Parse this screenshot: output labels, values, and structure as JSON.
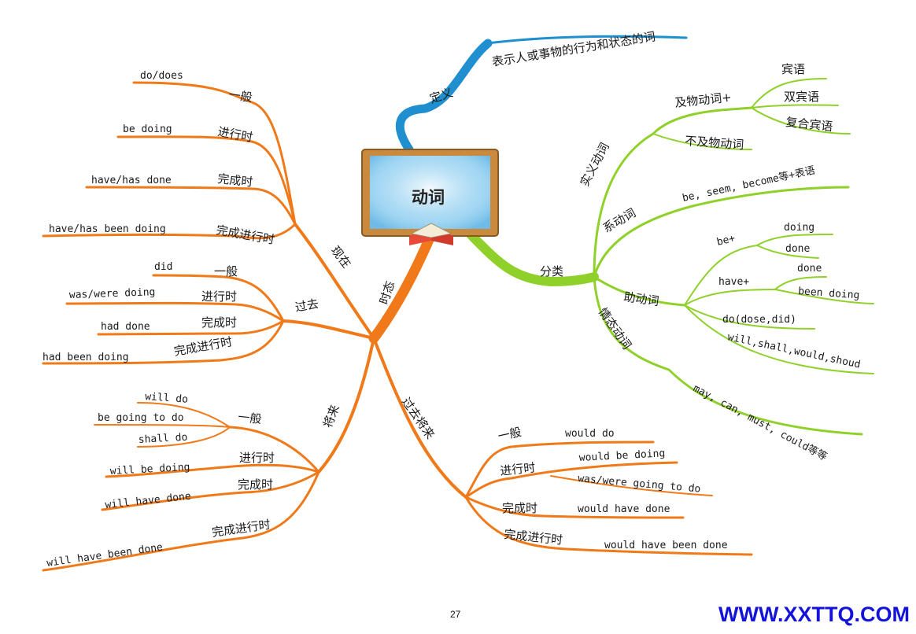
{
  "center": "动词",
  "branches": {
    "definition": {
      "label": "定义",
      "text": "表示人或事物的行为和状态的词"
    },
    "classification": {
      "label": "分类",
      "notional": {
        "label": "实义动词",
        "transitive": "及物动词+",
        "objects": [
          "宾语",
          "双宾语",
          "复合宾语"
        ],
        "intransitive": "不及物动词"
      },
      "linking": {
        "label": "系动词",
        "text": "be, seem, become等+表语"
      },
      "auxiliary": {
        "label": "助动词",
        "be_plus": "be+",
        "be_items": [
          "doing",
          "done"
        ],
        "have_plus": "have+",
        "have_items": [
          "done",
          "been doing"
        ],
        "do_item": "do(dose,did)",
        "will_item": "will,shall,would,shoud"
      },
      "modal": {
        "label": "情态动词",
        "text": "may, can, must, could等等"
      }
    },
    "tense": {
      "label": "时态",
      "present": {
        "label": "现在",
        "items": [
          {
            "label": "一般",
            "form": "do/does"
          },
          {
            "label": "进行时",
            "form": "be doing"
          },
          {
            "label": "完成时",
            "form": "have/has done"
          },
          {
            "label": "完成进行时",
            "form": "have/has been doing"
          }
        ]
      },
      "past": {
        "label": "过去",
        "items": [
          {
            "label": "一般",
            "form": "did"
          },
          {
            "label": "进行时",
            "form": "was/were doing"
          },
          {
            "label": "完成时",
            "form": "had done"
          },
          {
            "label": "完成进行时",
            "form": "had been doing"
          }
        ]
      },
      "future": {
        "label": "将来",
        "general": "一般",
        "general_forms": [
          "will do",
          "be going to do",
          "shall do"
        ],
        "items": [
          {
            "label": "进行时",
            "form": "will be doing"
          },
          {
            "label": "完成时",
            "form": "will have done"
          },
          {
            "label": "完成进行时",
            "form": "will have been done"
          }
        ]
      },
      "past_future": {
        "label": "过去将来",
        "items": [
          {
            "label": "一般",
            "form": "would do"
          },
          {
            "label": "进行时",
            "forms": [
              "would be doing",
              "was/were going to do"
            ]
          },
          {
            "label": "完成时",
            "form": "would have done"
          },
          {
            "label": "完成进行时",
            "form": "would have been done"
          }
        ]
      }
    }
  },
  "page_number": "27",
  "site": "WWW.XXTTQ.COM",
  "colors": {
    "tense": "#f07a1a",
    "classification": "#8fd12a",
    "definition": "#1f8fd0",
    "board_frame": "#c98a3e",
    "board_screen": "#8ecdf0",
    "site": "#1414d8"
  }
}
